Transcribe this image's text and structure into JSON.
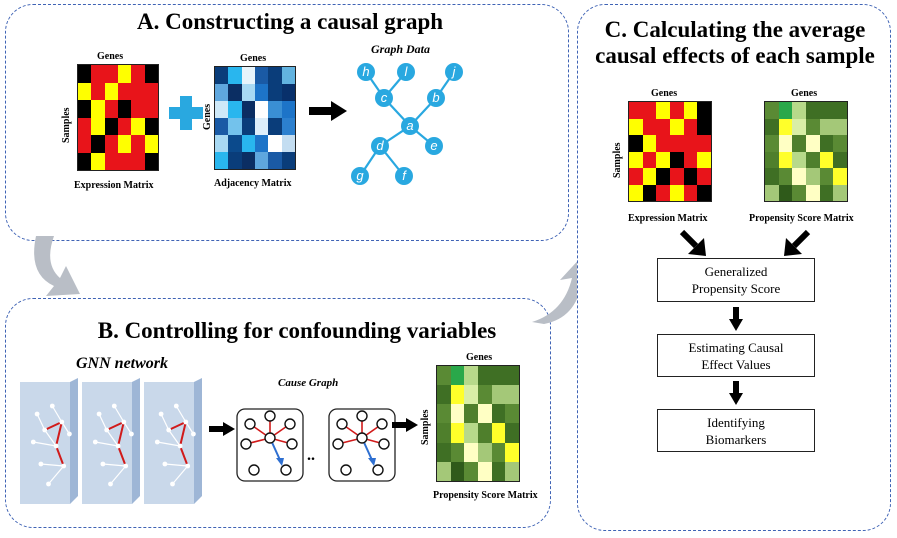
{
  "panel_a": {
    "title": "A. Constructing a causal graph",
    "expression_matrix": {
      "top_label": "Genes",
      "side_label": "Samples",
      "bottom_label": "Expression Matrix"
    },
    "adjacency_matrix": {
      "top_label": "Genes",
      "side_label": "Genes",
      "bottom_label": "Adjacency Matrix"
    },
    "graph_data_label": "Graph Data",
    "graph_nodes": [
      "h",
      "l",
      "j",
      "c",
      "b",
      "a",
      "d",
      "e",
      "g",
      "f"
    ]
  },
  "panel_b": {
    "title": "B. Controlling for confounding variables",
    "gnn_label": "GNN network",
    "cause_graph_label": "Cause Graph",
    "ellipsis": "..",
    "propensity_matrix": {
      "top_label": "Genes",
      "side_label": "Samples",
      "bottom_label": "Propensity Score Matrix"
    }
  },
  "panel_c": {
    "title_line1": "C. Calculating the average",
    "title_line2": "causal effects of each sample",
    "expression_matrix": {
      "top_label": "Genes",
      "side_label": "Samples",
      "bottom_label": "Expression Matrix"
    },
    "propensity_matrix": {
      "top_label": "Genes",
      "bottom_label": "Propensity Score Matrix"
    },
    "steps": [
      {
        "line1": "Generalized",
        "line2": "Propensity Score"
      },
      {
        "line1": "Estimating Causal",
        "line2": "Effect Values"
      },
      {
        "line1": "Identifying",
        "line2": "Biomarkers"
      }
    ]
  },
  "colors": {
    "panel_border": "#3f63b5",
    "graph_blue": "#29a8e0",
    "heat_red": "#e8141a",
    "heat_yellow": "#ffff00",
    "heat_black": "#000000",
    "flow_arrow": "#b9bec6"
  },
  "matrices": {
    "expression_a": [
      [
        "k",
        "r",
        "r",
        "y",
        "r",
        "k"
      ],
      [
        "y",
        "r",
        "y",
        "r",
        "r",
        "r"
      ],
      [
        "k",
        "y",
        "r",
        "k",
        "r",
        "r"
      ],
      [
        "r",
        "y",
        "k",
        "r",
        "y",
        "k"
      ],
      [
        "r",
        "k",
        "r",
        "y",
        "r",
        "y"
      ],
      [
        "k",
        "y",
        "r",
        "r",
        "r",
        "k"
      ]
    ],
    "adjacency": [
      [
        "#0a3d7a",
        "#29b6ee",
        "#e8f4fb",
        "#1a5aa5",
        "#0a3d7a",
        "#62b3e0"
      ],
      [
        "#5fa7de",
        "#0b2e63",
        "#a8d9f3",
        "#1d74c8",
        "#0a3d7a",
        "#08306b"
      ],
      [
        "#cfe9f8",
        "#29b6ee",
        "#0b2e63",
        "#ffffff",
        "#3a8fd4",
        "#1d74c8"
      ],
      [
        "#1a5aa5",
        "#73c2ec",
        "#0a3d7a",
        "#ddeefa",
        "#0a3d7a",
        "#2c80cf"
      ],
      [
        "#a8d9f3",
        "#0b4a8c",
        "#29b6ee",
        "#1d74c8",
        "#ffffff",
        "#c3ddf1"
      ],
      [
        "#29b6ee",
        "#0a3d7a",
        "#0b2e63",
        "#5fa7de",
        "#1a5aa5",
        "#0a3d7a"
      ]
    ],
    "expression_c": [
      [
        "r",
        "r",
        "y",
        "r",
        "y",
        "k"
      ],
      [
        "y",
        "r",
        "r",
        "y",
        "r",
        "k"
      ],
      [
        "k",
        "y",
        "r",
        "r",
        "r",
        "r"
      ],
      [
        "y",
        "r",
        "y",
        "k",
        "r",
        "y"
      ],
      [
        "r",
        "y",
        "k",
        "r",
        "k",
        "r"
      ],
      [
        "y",
        "k",
        "r",
        "y",
        "r",
        "k"
      ]
    ],
    "propensity": [
      [
        "#5a8a34",
        "#2aa84a",
        "#b7d98a",
        "#3f6f24",
        "#3f6f24",
        "#3f6f24"
      ],
      [
        "#3f6f24",
        "#ffff2a",
        "#d9eea6",
        "#5a8a34",
        "#a4c878",
        "#a4c878"
      ],
      [
        "#5a8a34",
        "#ffffc4",
        "#4f7f2c",
        "#ffffc4",
        "#3f6f24",
        "#5a8a34"
      ],
      [
        "#4f7f2c",
        "#ffff2a",
        "#b7d98a",
        "#4f7f2c",
        "#ffff2a",
        "#3f6f24"
      ],
      [
        "#3f6f24",
        "#5a8a34",
        "#ffffc4",
        "#a4c878",
        "#5a8a34",
        "#ffff2a"
      ],
      [
        "#a4c878",
        "#2f5a1a",
        "#5a8a34",
        "#ffffc4",
        "#3f6f24",
        "#a4c878"
      ]
    ]
  }
}
